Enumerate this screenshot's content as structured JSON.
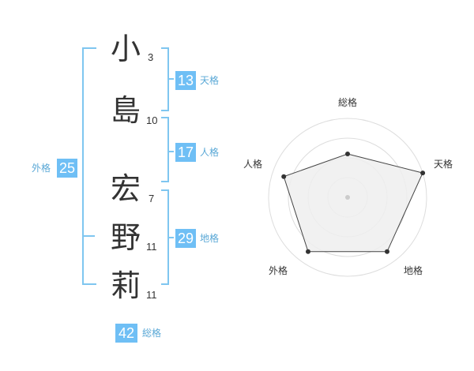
{
  "name": {
    "chars": [
      {
        "char": "小",
        "strokes": "3"
      },
      {
        "char": "島",
        "strokes": "10"
      },
      {
        "char": "宏",
        "strokes": "7"
      },
      {
        "char": "野",
        "strokes": "11"
      },
      {
        "char": "莉",
        "strokes": "11"
      }
    ]
  },
  "kakusu": {
    "tenkaku": {
      "value": "13",
      "label": "天格"
    },
    "jinkaku": {
      "value": "17",
      "label": "人格"
    },
    "chikaku": {
      "value": "29",
      "label": "地格"
    },
    "gaikaku": {
      "value": "25",
      "label": "外格"
    },
    "soukaku": {
      "value": "42",
      "label": "総格"
    }
  },
  "chart_data": {
    "type": "radar",
    "axes": [
      "総格",
      "天格",
      "地格",
      "外格",
      "人格"
    ],
    "values": [
      0.55,
      1.0,
      0.85,
      0.85,
      0.85
    ],
    "rings": 4,
    "colors": {
      "fill": "#eeeeee",
      "line": "#444444",
      "ring": "#dddddd",
      "point": "#333333"
    }
  },
  "colors": {
    "accent": "#6fbff5",
    "bracket": "#7fc6f0"
  }
}
